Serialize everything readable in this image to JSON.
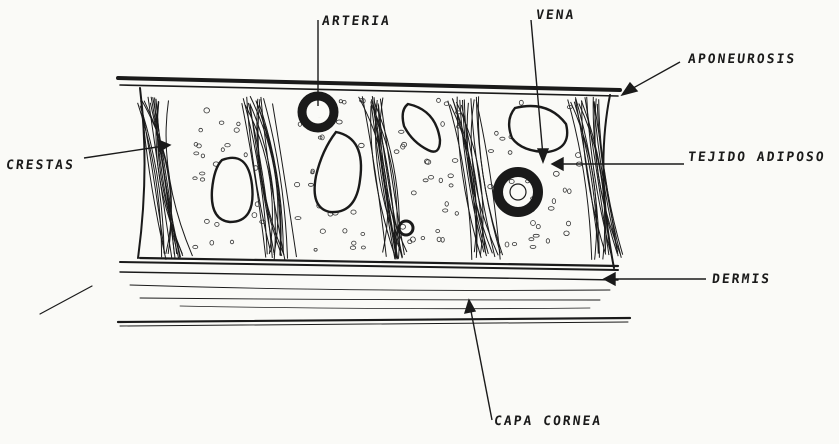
{
  "labels": {
    "arteria": "ARTERIA",
    "vena": "VENA",
    "aponeurosis": "APONEUROSIS",
    "crestas": "CRESTAS",
    "tejido_adiposo": "TEJIDO ADIPOSO",
    "dermis": "DERMIS",
    "capa_cornea": "CAPA CORNEA"
  },
  "colors": {
    "ink": "#1a1a1a",
    "paper": "#fafaf7"
  }
}
